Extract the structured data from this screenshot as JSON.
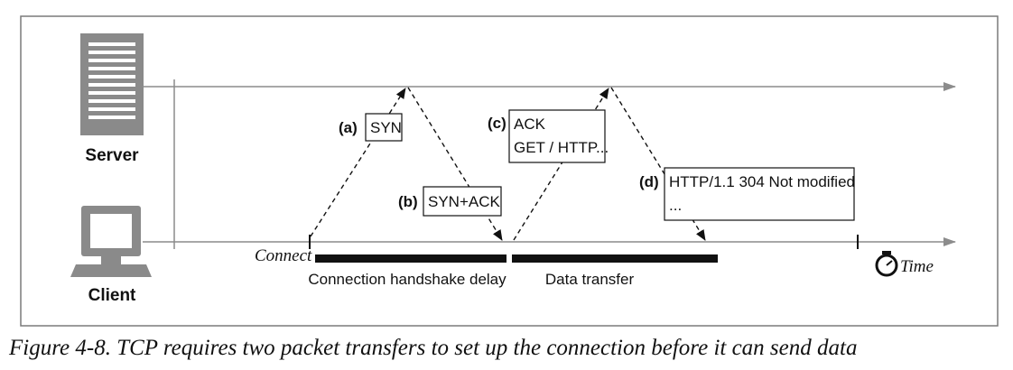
{
  "entities": {
    "server_label": "Server",
    "client_label": "Client"
  },
  "events": {
    "connect_label": "Connect",
    "time_label": "Time"
  },
  "packets": [
    {
      "tag": "(a)",
      "lines": [
        "SYN"
      ]
    },
    {
      "tag": "(b)",
      "lines": [
        "SYN+ACK"
      ]
    },
    {
      "tag": "(c)",
      "lines": [
        "ACK",
        "GET / HTTP..."
      ]
    },
    {
      "tag": "(d)",
      "lines": [
        "HTTP/1.1 304 Not modified",
        "..."
      ]
    }
  ],
  "phases": {
    "handshake_label": "Connection handshake delay",
    "transfer_label": "Data transfer"
  },
  "caption": "Figure 4-8. TCP requires two packet transfers to set up the connection before it can send data",
  "colors": {
    "timeline": "#8c8c8c",
    "frame": "#7a7a7a",
    "icon": "#8a8a8a",
    "bar": "#111111",
    "text": "#111111"
  }
}
